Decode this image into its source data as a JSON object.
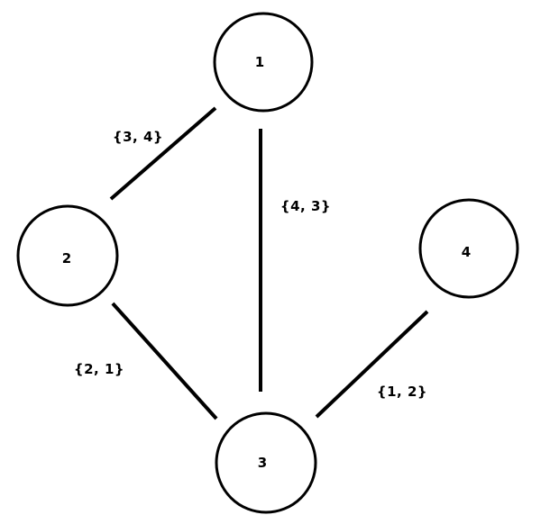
{
  "nodes": [
    {
      "label": "1"
    },
    {
      "label": "2"
    },
    {
      "label": "3"
    },
    {
      "label": "4"
    }
  ],
  "edges": [
    {
      "from": "1",
      "to": "2",
      "label": "{3, 4}"
    },
    {
      "from": "1",
      "to": "3",
      "label": "{4, 3}"
    },
    {
      "from": "2",
      "to": "3",
      "label": "{2, 1}"
    },
    {
      "from": "4",
      "to": "3",
      "label": "{1, 2}"
    }
  ]
}
